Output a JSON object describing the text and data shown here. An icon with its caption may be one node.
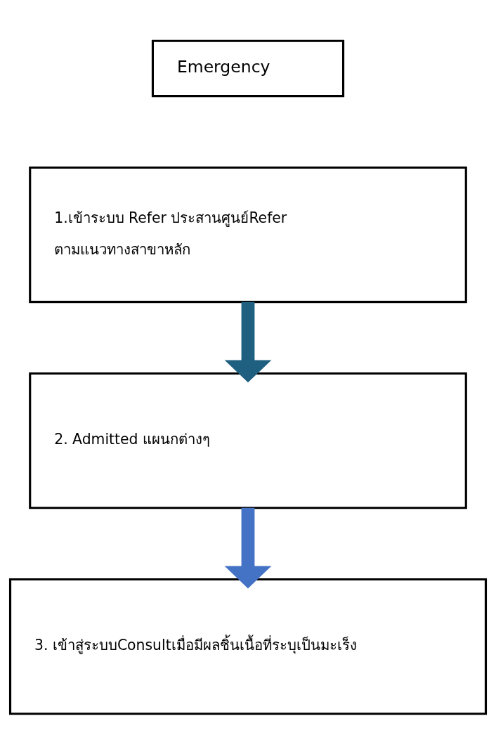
{
  "diagram": {
    "nodes": [
      {
        "text": [
          "Emergency"
        ]
      },
      {
        "text": [
          "1.เข้าระบบ Refer ประสานศูนย์Refer",
          "ตามแนวทางสาขาหลัก"
        ]
      },
      {
        "text": [
          "2. Admitted แผนกต่างๆ"
        ]
      },
      {
        "text": [
          "3. เข้าสู่ระบบConsultเมื่อมีผลชิ้นเนื้อที่ระบุเป็นมะเร็ง"
        ]
      }
    ],
    "edges": [
      {
        "from": 1,
        "to": 2,
        "arrow": "to",
        "color": "#1f5f7f"
      },
      {
        "from": 2,
        "to": 3,
        "arrow": "to",
        "color": "#4472c4"
      }
    ]
  }
}
